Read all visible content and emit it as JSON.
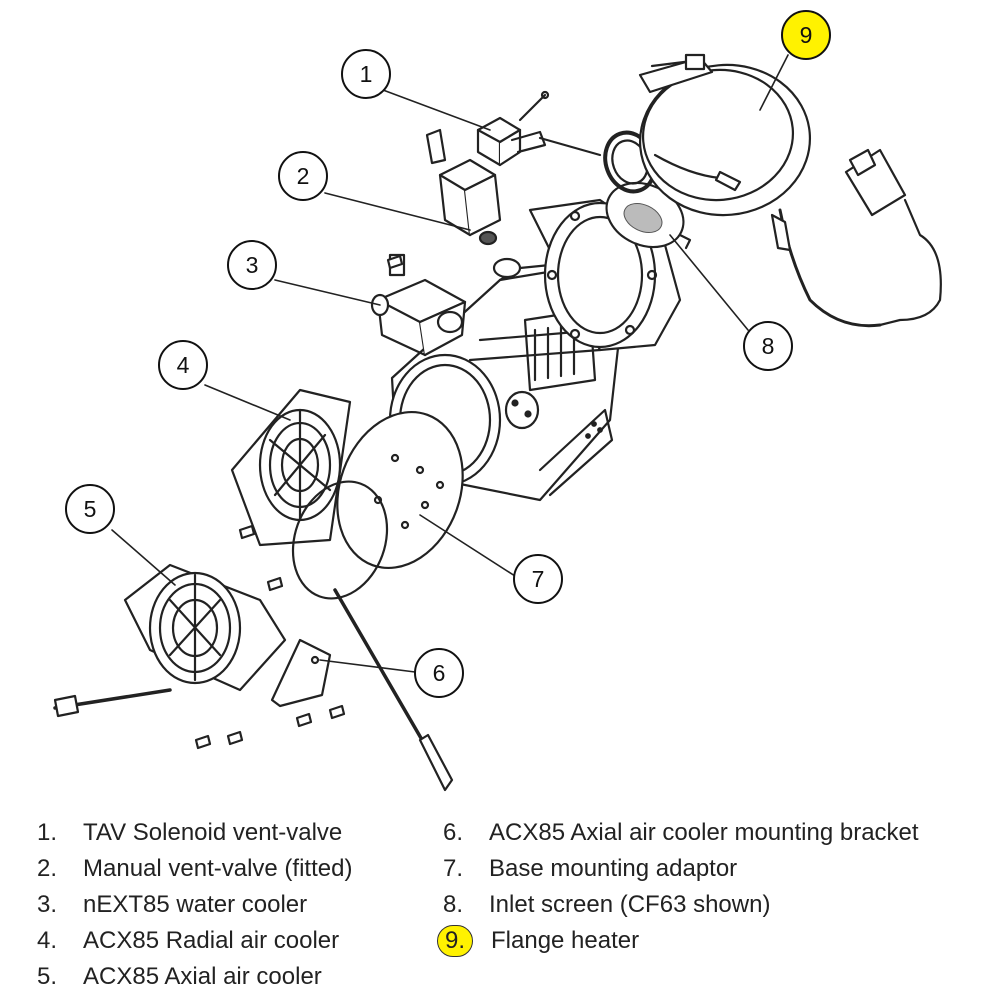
{
  "callouts": [
    "1",
    "2",
    "3",
    "4",
    "5",
    "6",
    "7",
    "8",
    "9"
  ],
  "highlight_color": "#fff200",
  "legend": [
    {
      "num": "1.",
      "text": "TAV Solenoid vent-valve"
    },
    {
      "num": "2.",
      "text": "Manual vent-valve (fitted)"
    },
    {
      "num": "3.",
      "text": "nEXT85 water cooler"
    },
    {
      "num": "4.",
      "text": "ACX85 Radial air cooler"
    },
    {
      "num": "5.",
      "text": "ACX85 Axial air cooler"
    },
    {
      "num": "6.",
      "text": "ACX85 Axial air cooler mounting bracket"
    },
    {
      "num": "7.",
      "text": "Base mounting adaptor"
    },
    {
      "num": "8.",
      "text": "Inlet screen (CF63 shown)"
    },
    {
      "num": "9.",
      "text": "Flange heater"
    }
  ]
}
